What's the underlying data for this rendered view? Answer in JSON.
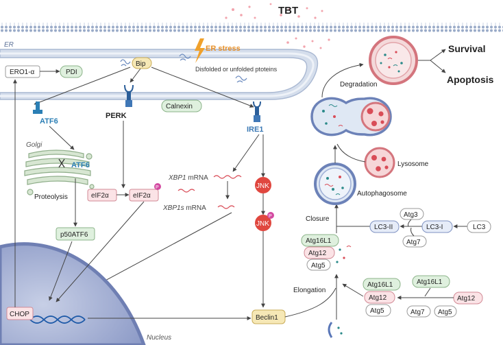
{
  "title": "TBT",
  "er_label": "ER",
  "er_stress": "ER stress",
  "misfolded": "Disfolded or unfolded ptoteins",
  "golgi": "Golgi",
  "nucleus": "Nucleus",
  "proteins": {
    "ero1": "ERO1-α",
    "pdi": "PDI",
    "bip": "Bip",
    "perk": "PERK",
    "calnexin": "Calnexin",
    "ire1": "IRE1",
    "atf6_er": "ATF6",
    "atf6_golgi": "ATF6",
    "proteolysis": "Proteolysis",
    "eif2a": "eIF2α",
    "eif2a_p": "eIF2α",
    "phospho": "P",
    "p50atf6": "p50ATF6",
    "chop": "CHOP",
    "xbp1": "XBP1",
    "xbp1_suffix": " mRNA",
    "xbp1s": "XBP1s",
    "xbp1s_suffix": " mRNA",
    "jnk": "JNK",
    "jnk_p": "JNK",
    "beclin1": "Beclin1"
  },
  "autophagy": {
    "survival": "Survival",
    "apoptosis": "Apoptosis",
    "degradation": "Degradation",
    "lysosome": "Lysosome",
    "autophagosome": "Autophagosome",
    "closure": "Closure",
    "elongation": "Elongation",
    "lc3_ii": "LC3-II",
    "lc3_i": "LC3-I",
    "lc3": "LC3",
    "atg3": "Atg3",
    "atg7": "Atg7",
    "atg16l1": "Atg16L1",
    "atg12": "Atg12",
    "atg5": "Atg5"
  },
  "colors": {
    "membrane": "#b8c6dd",
    "er_fill": "#e6edf6",
    "nucleus": "#6f7fb3",
    "green_box": "#e3f2de",
    "pink_box": "#fbe3e6",
    "blue_text": "#3a78b4",
    "orange": "#e8912a"
  }
}
